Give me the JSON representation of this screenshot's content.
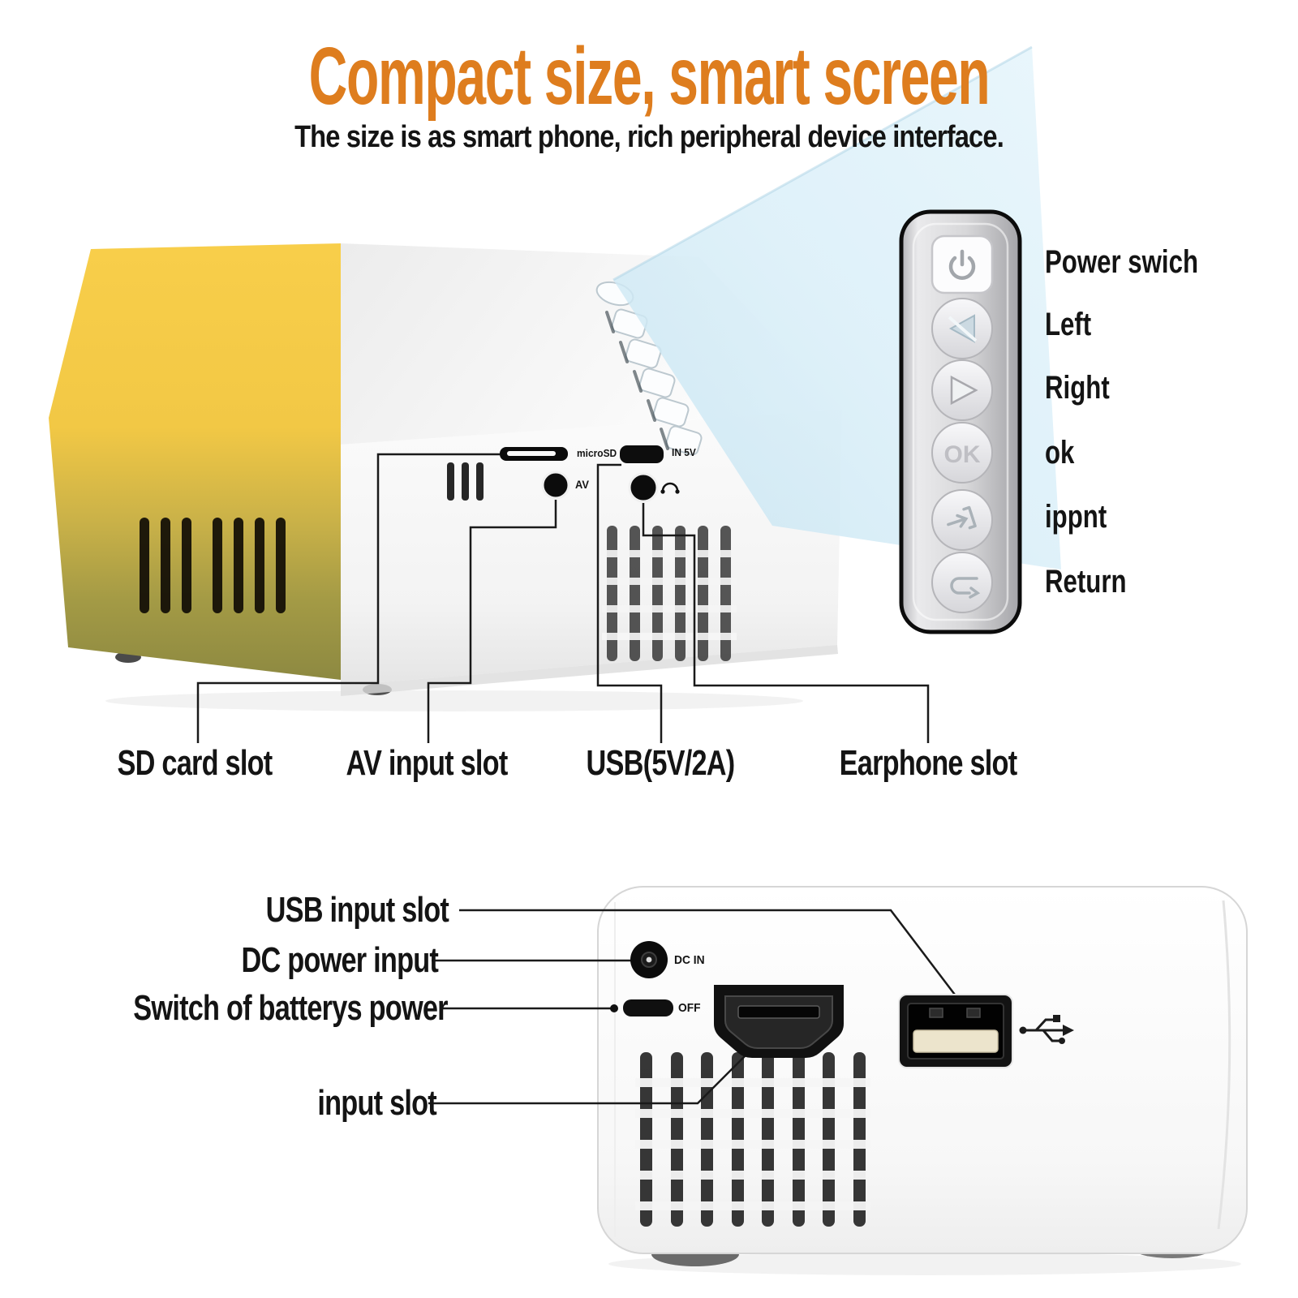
{
  "header": {
    "title": "Compact size, smart screen",
    "subtitle": "The size is as smart phone, rich peripheral device interface."
  },
  "top_projector": {
    "port_labels": {
      "microsd": "microSD",
      "power_in": "IN 5V",
      "av": "AV"
    },
    "callouts": {
      "sd": "SD card slot",
      "av": "AV input slot",
      "usb": "USB(5V/2A)",
      "earphone": "Earphone slot"
    }
  },
  "control_panel": {
    "ok_text": "OK",
    "labels": [
      {
        "text": "Power swich"
      },
      {
        "text": "Left"
      },
      {
        "text": "Right"
      },
      {
        "text": "ok"
      },
      {
        "text": "ippnt"
      },
      {
        "text": "Return"
      }
    ]
  },
  "bottom_projector": {
    "port_labels": {
      "dc_in": "DC IN",
      "battery_switch": "OFF"
    },
    "callouts": {
      "usb": "USB input slot",
      "dc": "DC power input",
      "battery_switch": "Switch of batterys power",
      "input": "input slot"
    }
  },
  "colors": {
    "accent_orange": "#DE7D1E",
    "beam_blue": "#D8EEF8",
    "device_yellow": "#F8CE4A",
    "line_black": "#1a1a1a"
  }
}
